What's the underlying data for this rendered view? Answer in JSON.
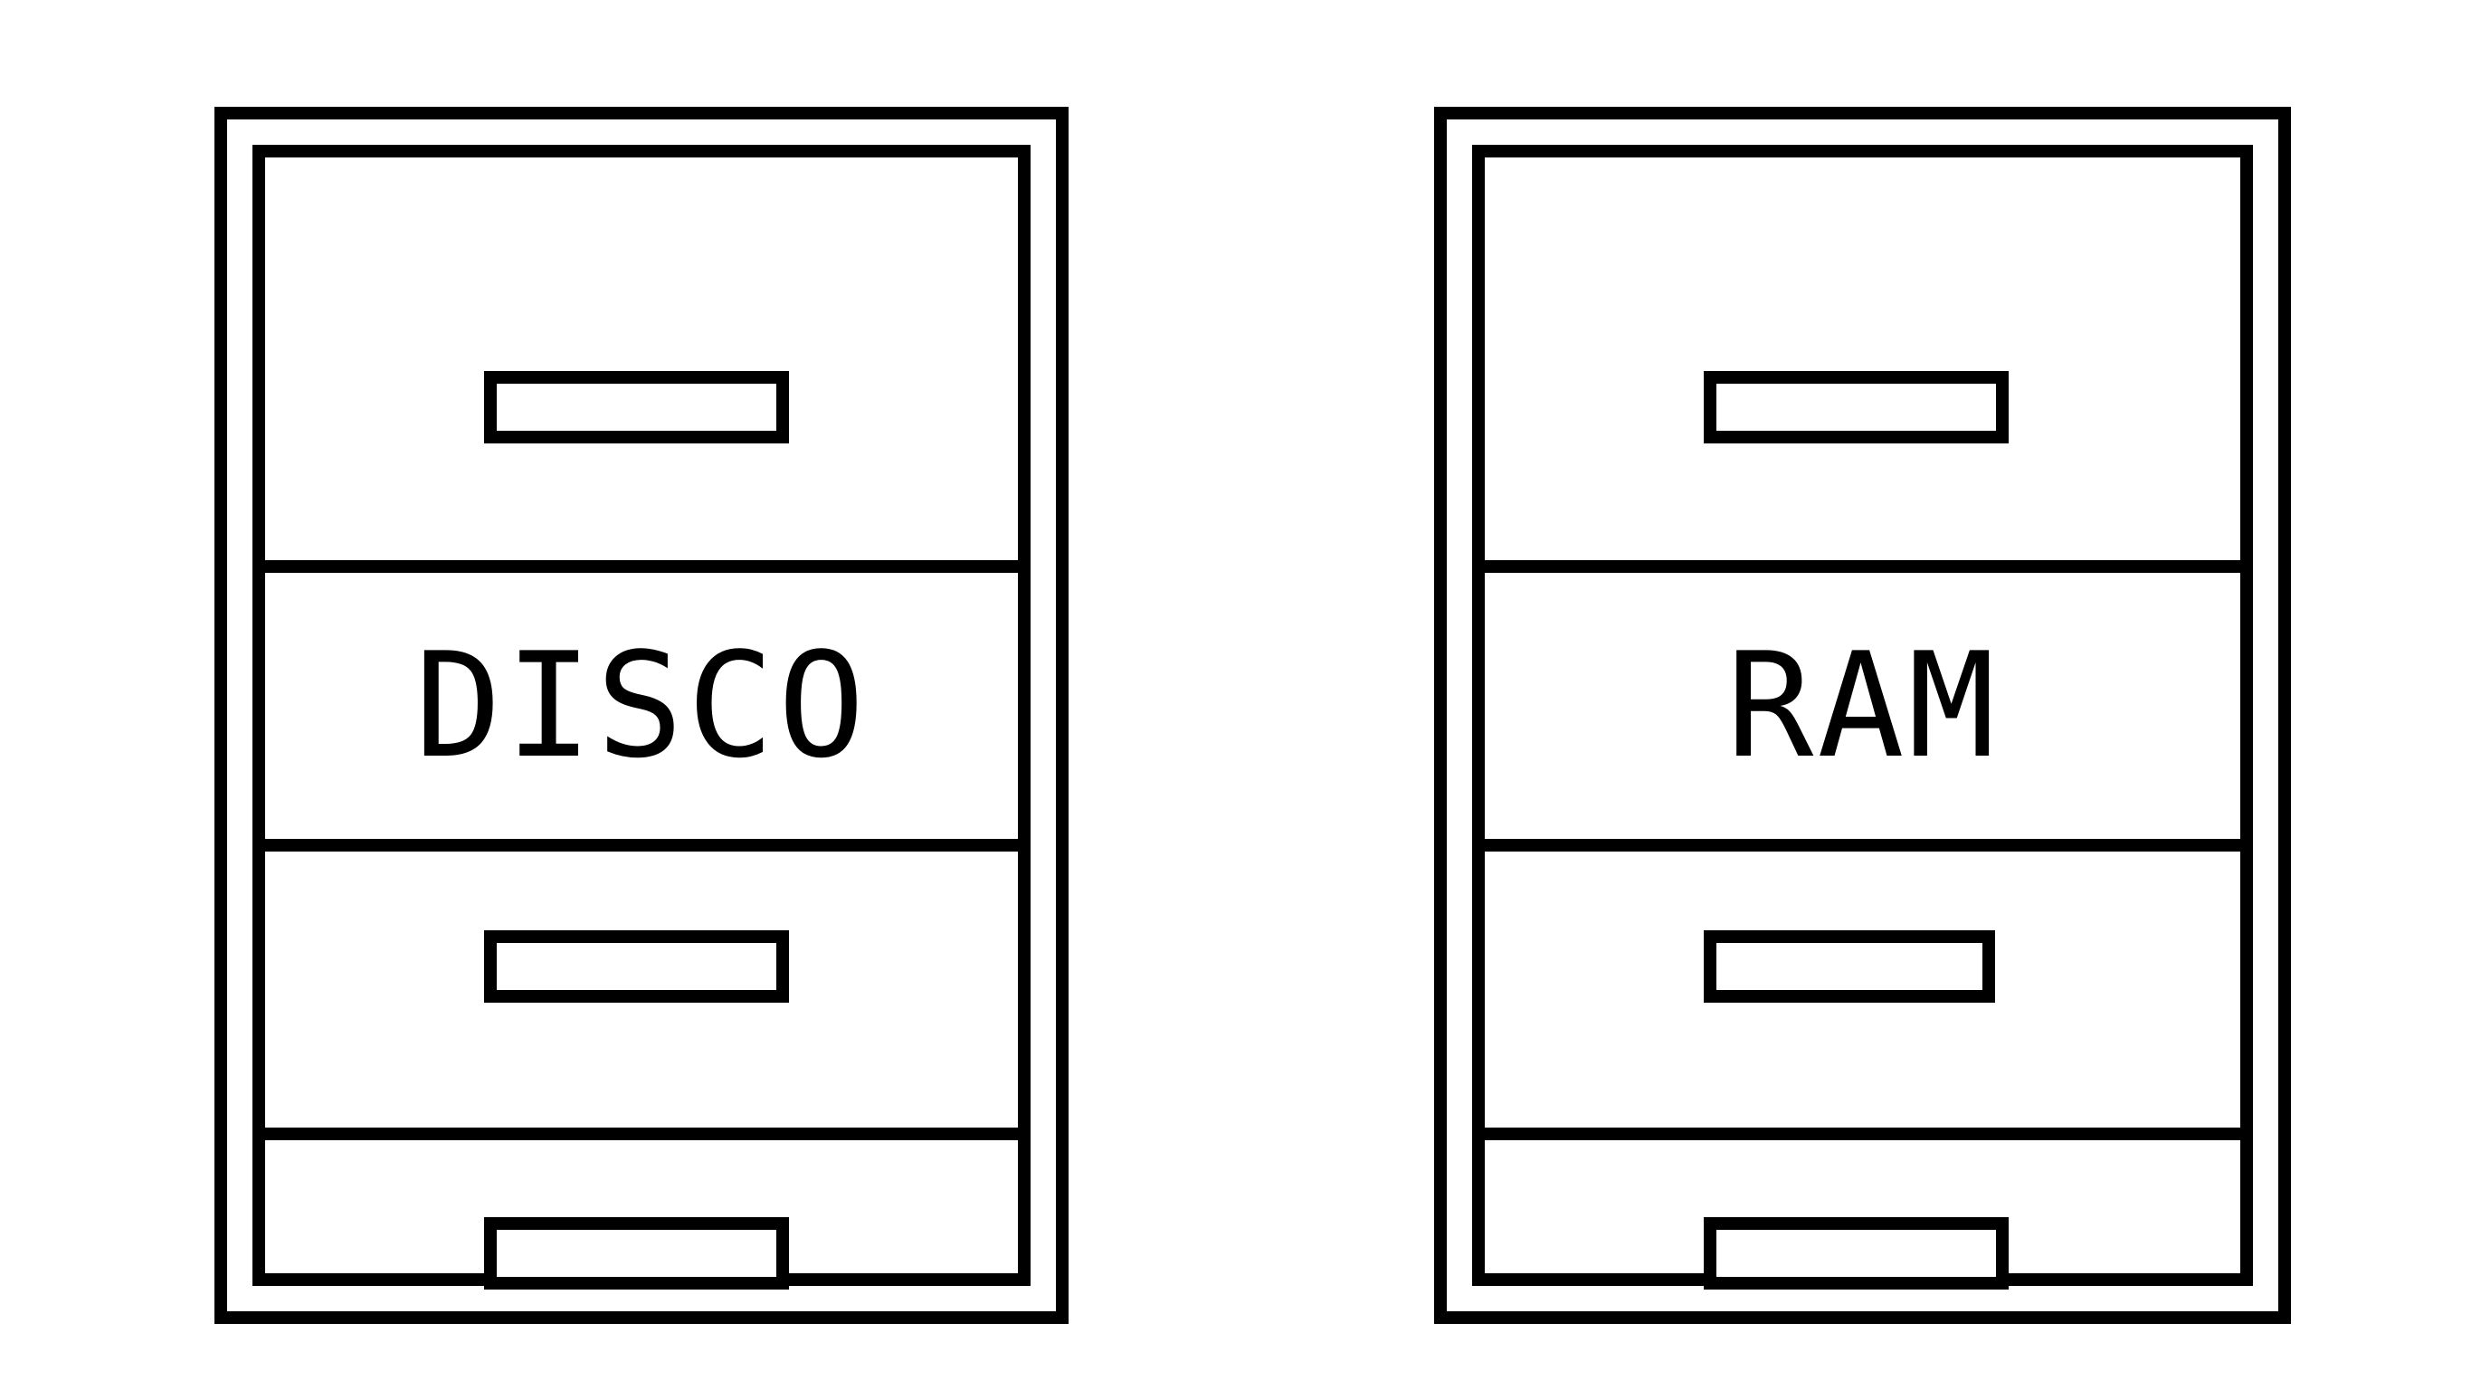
{
  "cabinets": [
    {
      "id": "left",
      "label": "DISCO"
    },
    {
      "id": "right",
      "label": "RAM"
    }
  ]
}
